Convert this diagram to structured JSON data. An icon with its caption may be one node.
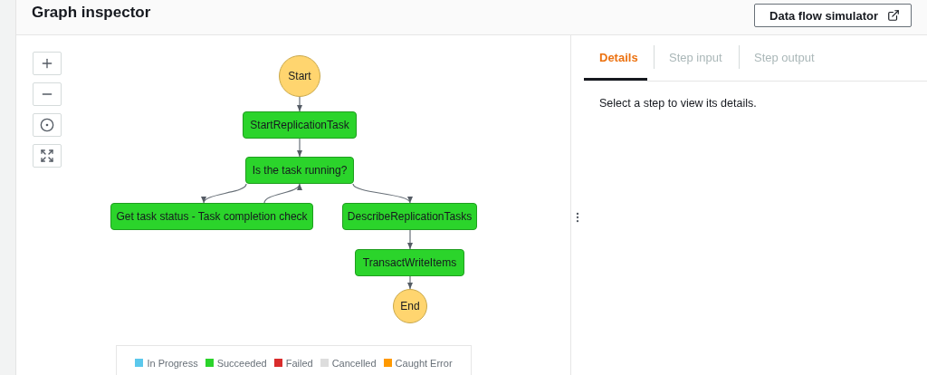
{
  "diagram": {
    "title": "Graph inspector",
    "nodes": [
      {
        "text": [
          "Start"
        ]
      },
      {
        "text": [
          "StartReplicationTask"
        ]
      },
      {
        "text": [
          "Is the task running?"
        ]
      },
      {
        "text": [
          "Get task status - Task completion check"
        ]
      },
      {
        "text": [
          "DescribeReplicationTasks"
        ]
      },
      {
        "text": [
          "TransactWriteItems"
        ]
      },
      {
        "text": [
          "End"
        ]
      }
    ],
    "edges": [
      {
        "from": 0,
        "to": 1,
        "arrow": "to"
      },
      {
        "from": 1,
        "to": 2,
        "arrow": "to"
      },
      {
        "from": 2,
        "to": 3,
        "arrow": "to"
      },
      {
        "from": 3,
        "to": 2,
        "arrow": "to"
      },
      {
        "from": 2,
        "to": 4,
        "arrow": "to"
      },
      {
        "from": 4,
        "to": 5,
        "arrow": "to"
      },
      {
        "from": 5,
        "to": 6,
        "arrow": "to"
      }
    ],
    "labels": [
      "Data flow simulator",
      "Details",
      "Step input",
      "Step output",
      "Select a step to view its details."
    ],
    "legend": [
      {
        "text": "In Progress",
        "color": "#5bc8ec"
      },
      {
        "text": "Succeeded",
        "color": "#2bd42b"
      },
      {
        "text": "Failed",
        "color": "#d92c2c"
      },
      {
        "text": "Cancelled",
        "color": "#dddddd"
      },
      {
        "text": "Caught Error",
        "color": "#ff9900"
      }
    ]
  }
}
